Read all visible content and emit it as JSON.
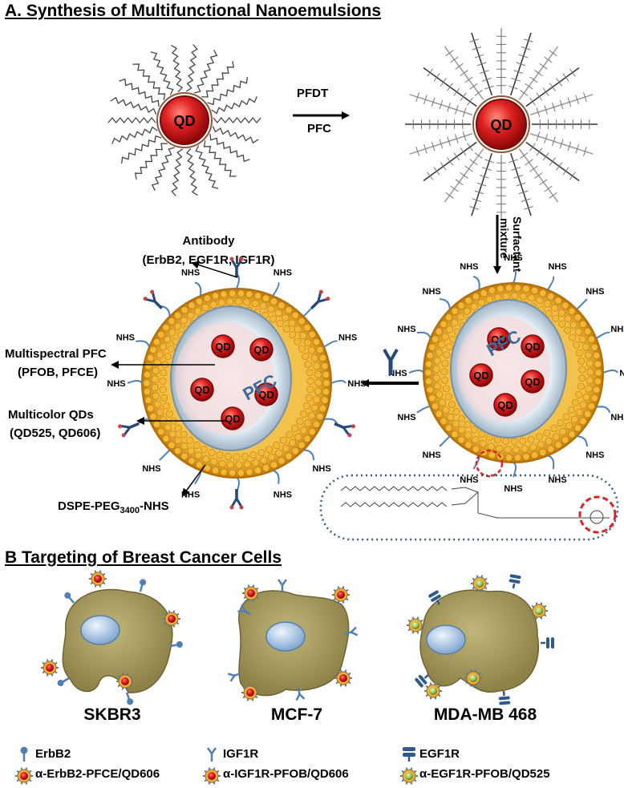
{
  "panel_a": {
    "title": "A. Synthesis of Multifunctional Nanoemulsions",
    "qd_label": "QD",
    "arrow1_top": "PFDT",
    "arrow1_bottom": "PFC",
    "arrow2_label_line1": "Surfactant",
    "arrow2_label_line2": "mixture",
    "nhs_label": "NHS",
    "pfc_label": "PFC",
    "antibody_line1": "Antibody",
    "antibody_line2": "(ErbB2, EGF1R, IGF1R)",
    "pfc_line1": "Multispectral PFC",
    "pfc_line2": "(PFOB, PFCE)",
    "qds_line1": "Multicolor QDs",
    "qds_line2": "(QD525, QD606)",
    "dspe_label": "DSPE-PEG",
    "dspe_sub": "3400",
    "dspe_suffix": "-NHS"
  },
  "panel_b": {
    "title": "B  Targeting of Breast Cancer Cells",
    "cells": [
      "SKBR3",
      "MCF-7",
      "MDA-MB 468"
    ]
  },
  "legend": {
    "erbb2": "ErbB2",
    "erbb2_np": "α-ErbB2-PFCE/QD606",
    "igf1r": "IGF1R",
    "igf1r_np": "α-IGF1R-PFOB/QD606",
    "egf1r": "EGF1R",
    "egf1r_np": "α-EGF1R-PFOB/QD525"
  },
  "colors": {
    "qd_red": "#d41414",
    "shell_orange": "#e9a21f",
    "cell_olive": "#a79a5c",
    "nucleus_blue": "#a9c8e8",
    "receptor_blue": "#4f7fb5",
    "qd_green": "#9cc45a",
    "dashed_red": "#e02020",
    "dotted_blue": "#2e5d8c"
  }
}
